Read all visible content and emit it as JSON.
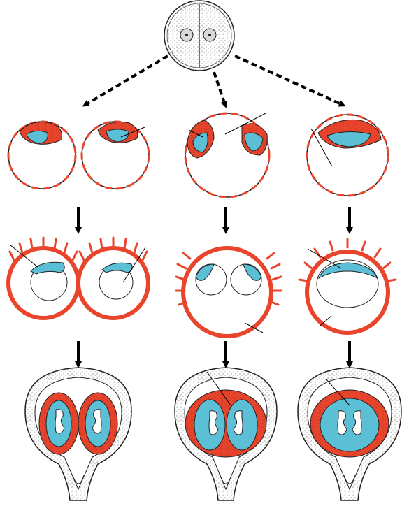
{
  "diagram": {
    "colors": {
      "chorion": "#e8452c",
      "amnion_blue": "#5bbfd6",
      "cell_fill": "#e9e9e9",
      "outline": "#1a1a1a",
      "stipple": "#555555"
    },
    "stages": [
      "zygote-two-cell",
      "blastocyst",
      "implantation",
      "fetus-in-uterus"
    ],
    "columns": [
      "separate",
      "shared-chorion",
      "shared-amnion"
    ]
  }
}
